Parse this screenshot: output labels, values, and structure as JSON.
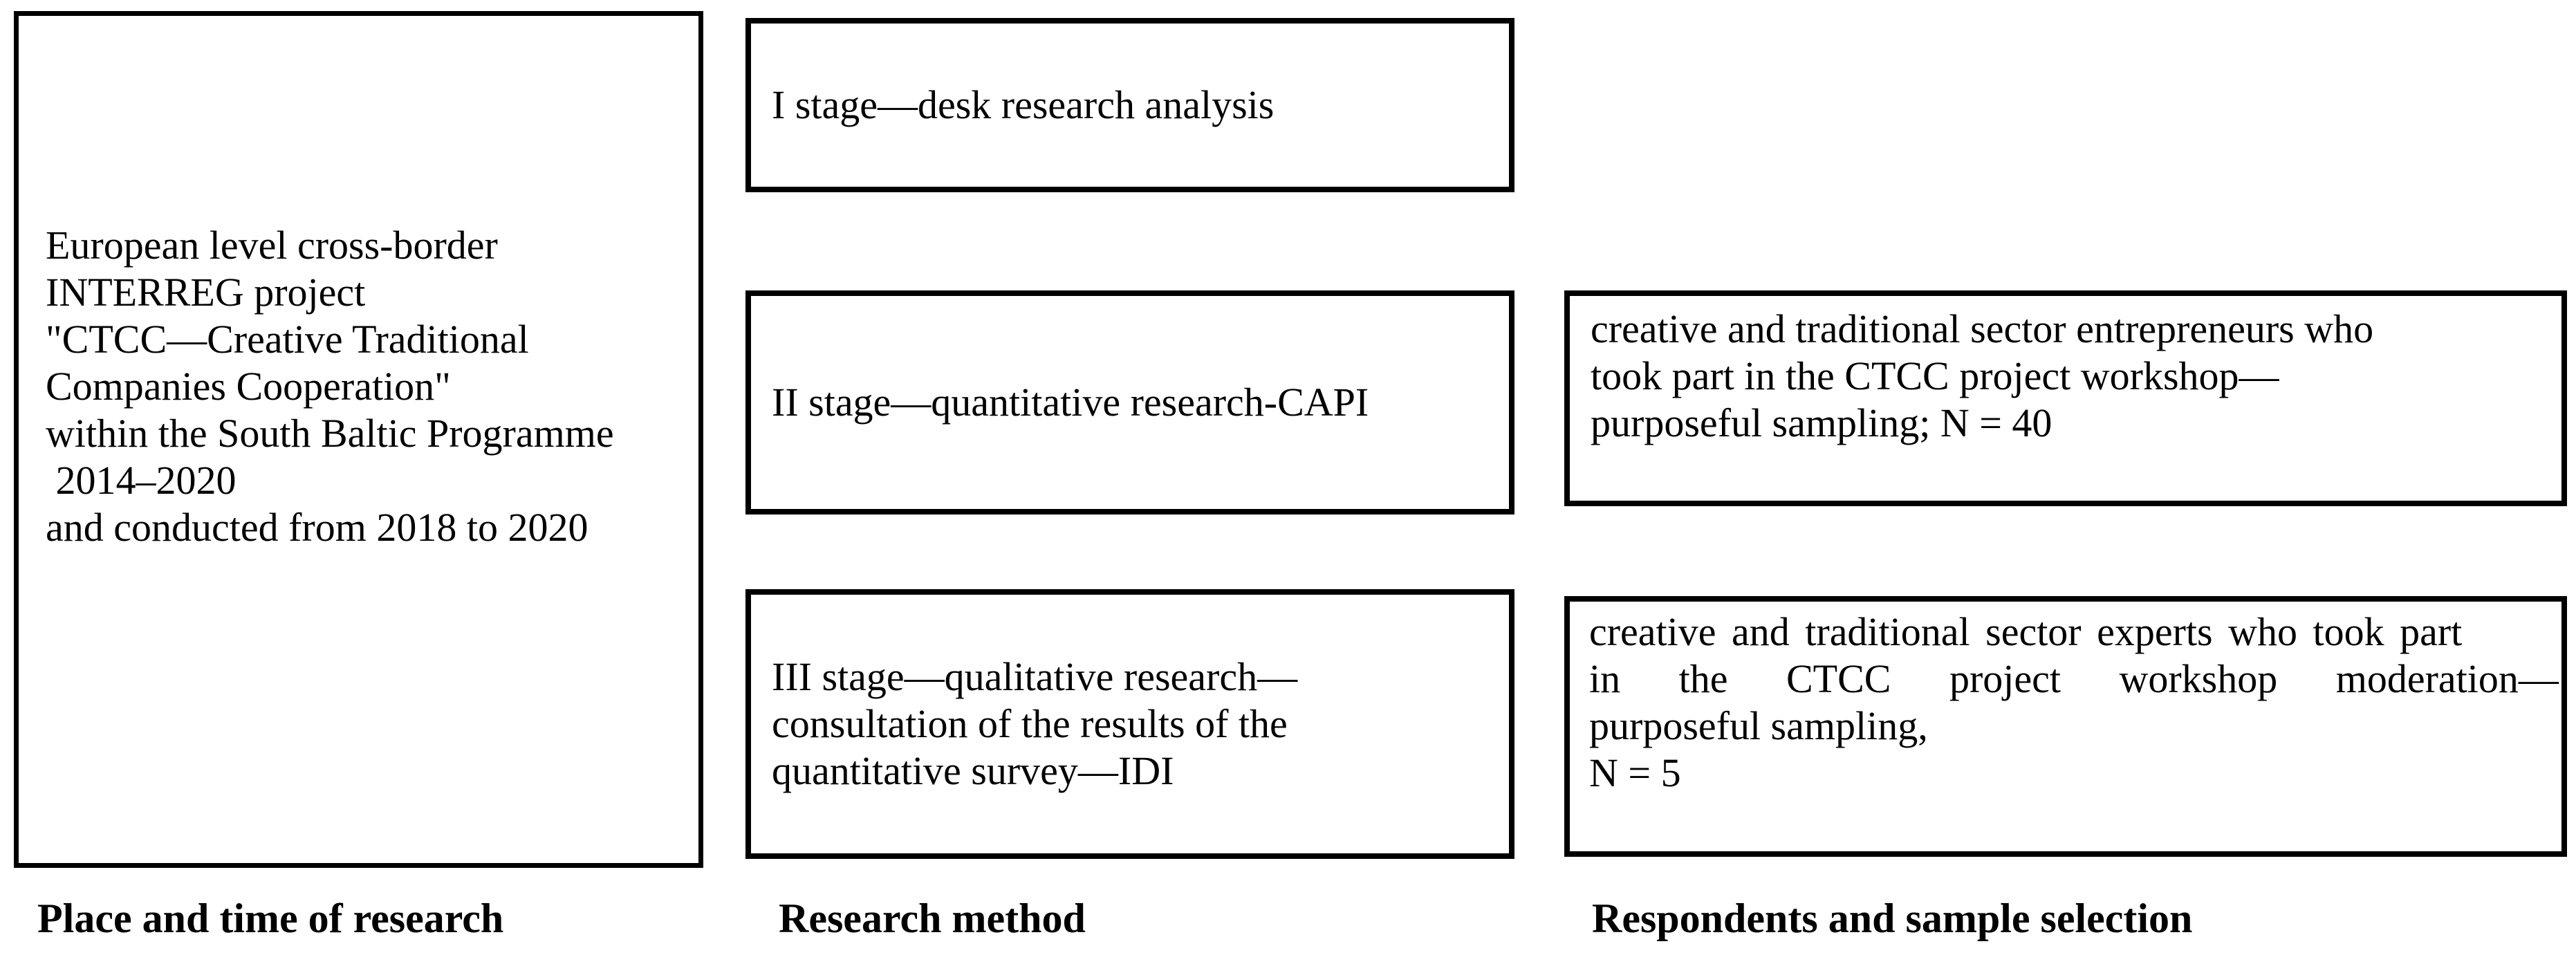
{
  "figure": {
    "columns": [
      {
        "label": "Place and time of research",
        "boxes": [
          {
            "lines": [
              "European level cross-border",
              "INTERREG project",
              "\"CTCC—Creative Traditional",
              "Companies Cooperation\"",
              "within the South Baltic Programme",
              " 2014–2020",
              "and conducted from 2018 to 2020"
            ]
          }
        ]
      },
      {
        "label": "Research method",
        "boxes": [
          {
            "lines": [
              "I stage—desk research analysis"
            ]
          },
          {
            "lines": [
              "II stage—quantitative research-CAPI"
            ]
          },
          {
            "lines": [
              "III stage—qualitative research—",
              "consultation of the results of the",
              "quantitative survey—IDI"
            ]
          }
        ]
      },
      {
        "label": "Respondents and sample selection",
        "boxes": [
          {
            "lines": [
              "creative and traditional sector entrepreneurs who",
              "took part in the CTCC project workshop—",
              "purposeful sampling; N = 40"
            ]
          },
          {
            "lines": [
              "creative and traditional sector experts who took part",
              "in the CTCC project workshop moderation—",
              "purposeful sampling,",
              "N = 5"
            ]
          }
        ]
      }
    ]
  },
  "colors": {
    "background": "#ffffff",
    "border": "#000000",
    "text": "#000000"
  }
}
